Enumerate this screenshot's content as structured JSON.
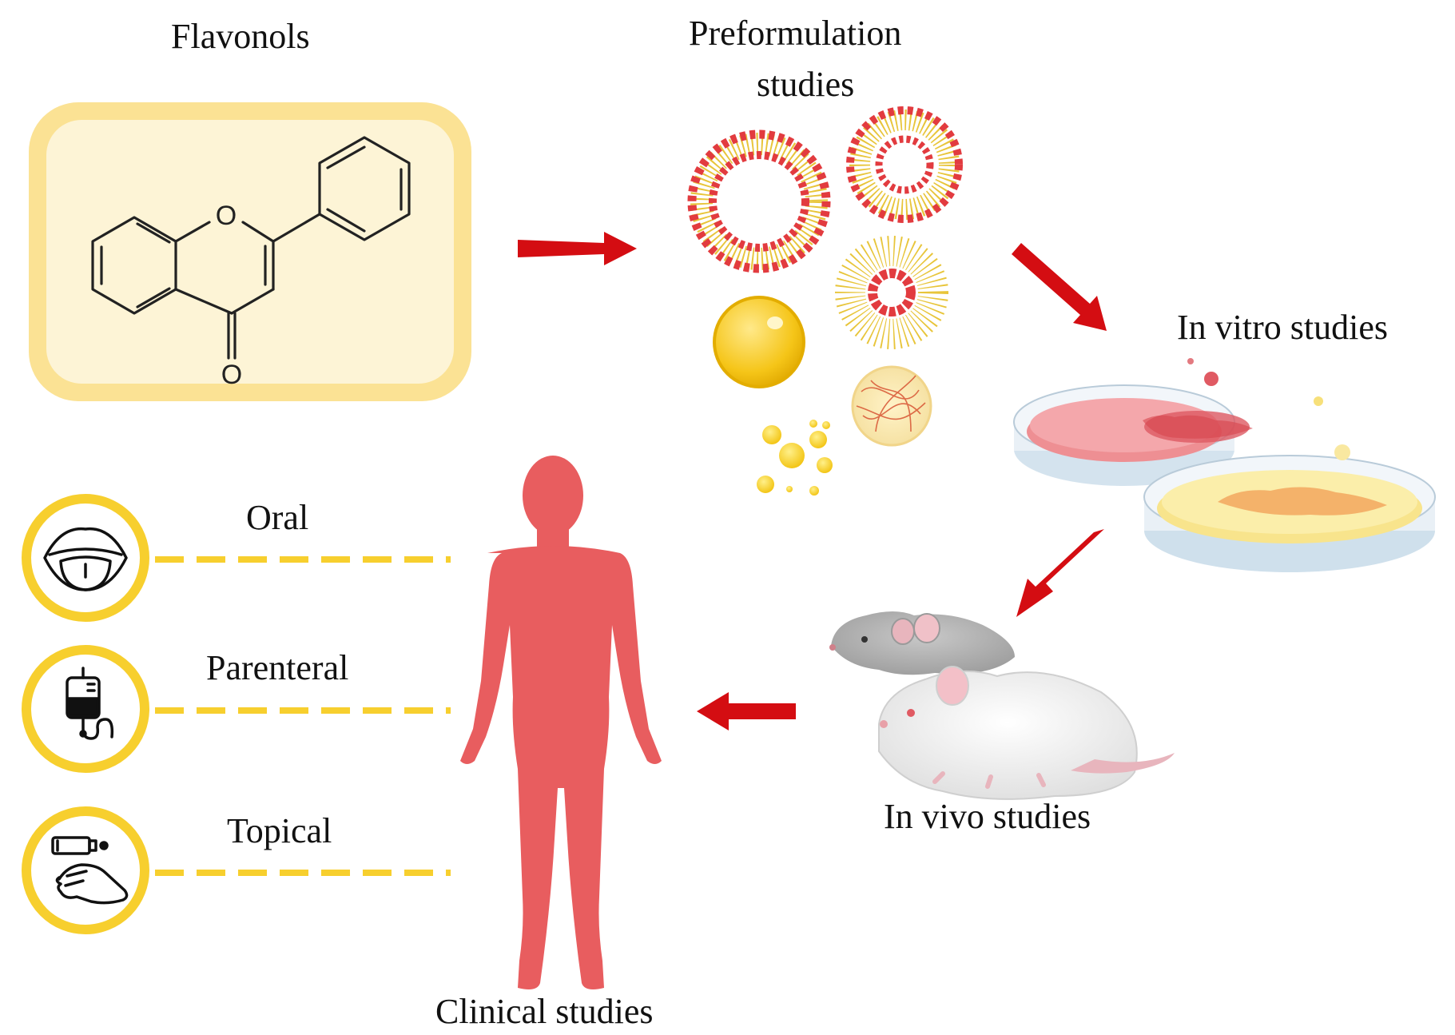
{
  "stages": {
    "flavonols": "Flavonols",
    "preformulation": [
      "Preformulation",
      "studies"
    ],
    "in_vitro": "In vitro studies",
    "in_vivo": "In vivo studies",
    "clinical": "Clinical studies"
  },
  "routes": [
    {
      "label": "Oral",
      "icon": "mouth-tongue-icon"
    },
    {
      "label": "Parenteral",
      "icon": "iv-bag-icon"
    },
    {
      "label": "Topical",
      "icon": "ointment-tube-hand-icon"
    }
  ],
  "molecule_atom_labels": {
    "ring_oxygen": "O",
    "carbonyl_oxygen": "O"
  },
  "colors": {
    "arrow_red": "#d40d12",
    "accent_yellow": "#f7cf2e",
    "panel_fill": "#fdf4d6",
    "panel_border": "#fbe294",
    "body_red": "#e85d5f",
    "nano_red": "#e23b3f",
    "nano_yellow": "#e8c53a"
  }
}
